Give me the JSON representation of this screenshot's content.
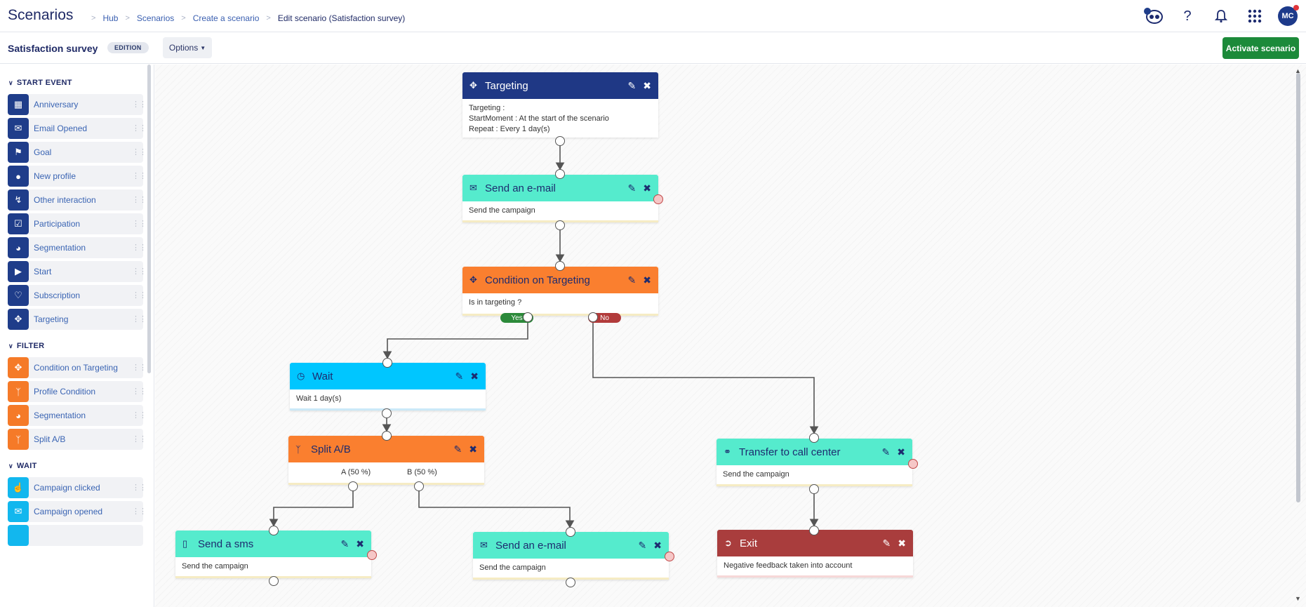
{
  "header": {
    "title": "Scenarios",
    "breadcrumbs": [
      "Hub",
      "Scenarios",
      "Create a scenario",
      "Edit scenario (Satisfaction survey)"
    ],
    "avatar": "MC",
    "help_glyph": "?"
  },
  "subbar": {
    "scenario_name": "Satisfaction survey",
    "badge": "EDITION",
    "options_label": "Options",
    "activate_label": "Activate scenario"
  },
  "sidebar": {
    "sections": [
      {
        "title": "START EVENT",
        "items": [
          "Anniversary",
          "Email Opened",
          "Goal",
          "New profile",
          "Other interaction",
          "Participation",
          "Segmentation",
          "Start",
          "Subscription",
          "Targeting"
        ]
      },
      {
        "title": "FILTER",
        "items": [
          "Condition on Targeting",
          "Profile Condition",
          "Segmentation",
          "Split A/B"
        ]
      },
      {
        "title": "WAIT",
        "items": [
          "Campaign clicked",
          "Campaign opened"
        ]
      }
    ]
  },
  "nodes": {
    "targeting": {
      "title": "Targeting",
      "lines": [
        "Targeting :",
        "StartMoment : At the start of the scenario",
        "Repeat : Every 1 day(s)"
      ]
    },
    "email1": {
      "title": "Send an e-mail",
      "lines": [
        "Send the campaign"
      ]
    },
    "condition": {
      "title": "Condition on Targeting",
      "lines": [
        "Is in targeting ?"
      ],
      "yes": "Yes",
      "no": "No"
    },
    "wait": {
      "title": "Wait",
      "lines": [
        "Wait 1 day(s)"
      ]
    },
    "split": {
      "title": "Split A/B",
      "a": "A (50 %)",
      "b": "B (50 %)"
    },
    "sms": {
      "title": "Send a sms",
      "lines": [
        "Send the campaign"
      ]
    },
    "email2": {
      "title": "Send an e-mail",
      "lines": [
        "Send the campaign"
      ]
    },
    "transfer": {
      "title": "Transfer to call center",
      "lines": [
        "Send the campaign"
      ]
    },
    "exit": {
      "title": "Exit",
      "lines": [
        "Negative feedback taken into account"
      ]
    }
  },
  "colors": {
    "navy": "#1f3885",
    "mint": "#55ebcd",
    "orange": "#fa7f2f",
    "cyan": "#00c6ff",
    "exit_red": "#a93d3d",
    "activate_green": "#1c8a3a"
  }
}
